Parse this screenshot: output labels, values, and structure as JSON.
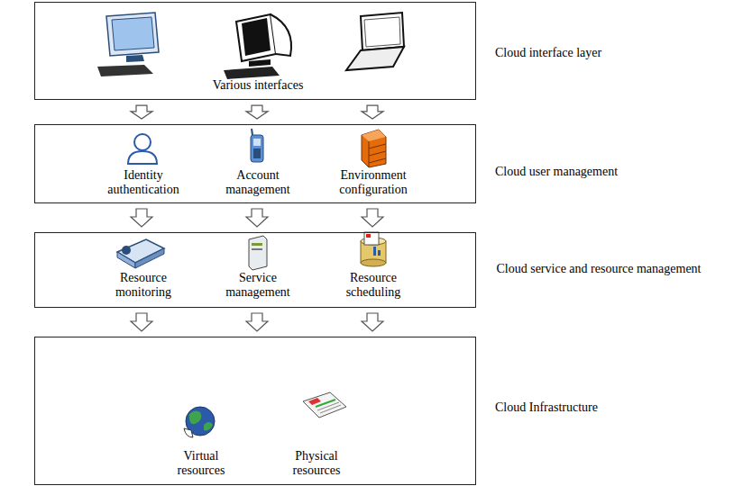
{
  "diagram": {
    "nodes": [
      {
        "text": [
          "Various interfaces",
          "Cloud interface layer"
        ]
      },
      {
        "text": [
          "Identity authentication",
          "Account management",
          "Environment configuration",
          "Cloud user management"
        ]
      },
      {
        "text": [
          "Resource monitoring",
          "Service management",
          "Resource scheduling",
          "Cloud service and resource management"
        ]
      },
      {
        "text": [
          "Virtual resources",
          "Physical resources",
          "Cloud Infrastructure"
        ]
      }
    ],
    "edges": [
      {
        "from": 0,
        "to": 1,
        "arrow": "to"
      },
      {
        "from": 0,
        "to": 1,
        "arrow": "to"
      },
      {
        "from": 0,
        "to": 1,
        "arrow": "to"
      },
      {
        "from": 1,
        "to": 2,
        "arrow": "to"
      },
      {
        "from": 1,
        "to": 2,
        "arrow": "to"
      },
      {
        "from": 1,
        "to": 2,
        "arrow": "to"
      },
      {
        "from": 2,
        "to": 3,
        "arrow": "to"
      },
      {
        "from": 2,
        "to": 3,
        "arrow": "to"
      },
      {
        "from": 2,
        "to": 3,
        "arrow": "to"
      }
    ]
  }
}
